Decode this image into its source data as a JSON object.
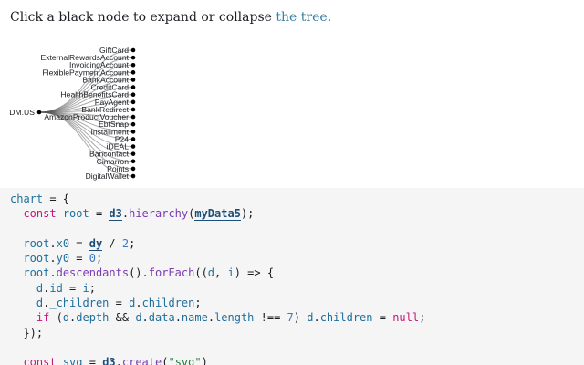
{
  "header": {
    "prefix": "Click a black node to expand or collapse ",
    "link": "the tree",
    "suffix": "."
  },
  "tree": {
    "root": "DM.US",
    "children": [
      "GiftCard",
      "ExternalRewardsAccount",
      "InvoicingAccount",
      "FlexiblePaymentAccount",
      "BankAccount",
      "CreditCard",
      "HealthBenefitsCard",
      "PayAgent",
      "BankRedirect",
      "AmazonProductVoucher",
      "EbtSnap",
      "Installment",
      "P24",
      "iDEAL",
      "Bancontact",
      "Cimarron",
      "Points",
      "DigitalWallet"
    ],
    "node_color": "#000000",
    "link_color": "#555555"
  },
  "code": {
    "lines": [
      [
        [
          "def",
          "chart"
        ],
        [
          "plain",
          " = {"
        ]
      ],
      [
        [
          "plain",
          "  "
        ],
        [
          "kw",
          "const"
        ],
        [
          "plain",
          " "
        ],
        [
          "def",
          "root"
        ],
        [
          "plain",
          " = "
        ],
        [
          "imp",
          "d3"
        ],
        [
          "plain",
          "."
        ],
        [
          "fn",
          "hierarchy"
        ],
        [
          "plain",
          "("
        ],
        [
          "imp",
          "myData5"
        ],
        [
          "plain",
          ");"
        ]
      ],
      [],
      [
        [
          "plain",
          "  "
        ],
        [
          "def",
          "root"
        ],
        [
          "plain",
          "."
        ],
        [
          "def",
          "x0"
        ],
        [
          "plain",
          " = "
        ],
        [
          "imp",
          "dy"
        ],
        [
          "plain",
          " / "
        ],
        [
          "num",
          "2"
        ],
        [
          "plain",
          ";"
        ]
      ],
      [
        [
          "plain",
          "  "
        ],
        [
          "def",
          "root"
        ],
        [
          "plain",
          "."
        ],
        [
          "def",
          "y0"
        ],
        [
          "plain",
          " = "
        ],
        [
          "num",
          "0"
        ],
        [
          "plain",
          ";"
        ]
      ],
      [
        [
          "plain",
          "  "
        ],
        [
          "def",
          "root"
        ],
        [
          "plain",
          "."
        ],
        [
          "fn",
          "descendants"
        ],
        [
          "plain",
          "()."
        ],
        [
          "fn",
          "forEach"
        ],
        [
          "plain",
          "(("
        ],
        [
          "def",
          "d"
        ],
        [
          "plain",
          ", "
        ],
        [
          "def",
          "i"
        ],
        [
          "plain",
          ") => {"
        ]
      ],
      [
        [
          "plain",
          "    "
        ],
        [
          "def",
          "d"
        ],
        [
          "plain",
          "."
        ],
        [
          "def",
          "id"
        ],
        [
          "plain",
          " = "
        ],
        [
          "def",
          "i"
        ],
        [
          "plain",
          ";"
        ]
      ],
      [
        [
          "plain",
          "    "
        ],
        [
          "def",
          "d"
        ],
        [
          "plain",
          "."
        ],
        [
          "def",
          "_children"
        ],
        [
          "plain",
          " = "
        ],
        [
          "def",
          "d"
        ],
        [
          "plain",
          "."
        ],
        [
          "def",
          "children"
        ],
        [
          "plain",
          ";"
        ]
      ],
      [
        [
          "plain",
          "    "
        ],
        [
          "kw",
          "if"
        ],
        [
          "plain",
          " ("
        ],
        [
          "def",
          "d"
        ],
        [
          "plain",
          "."
        ],
        [
          "def",
          "depth"
        ],
        [
          "plain",
          " && "
        ],
        [
          "def",
          "d"
        ],
        [
          "plain",
          "."
        ],
        [
          "def",
          "data"
        ],
        [
          "plain",
          "."
        ],
        [
          "def",
          "name"
        ],
        [
          "plain",
          "."
        ],
        [
          "def",
          "length"
        ],
        [
          "plain",
          " !== "
        ],
        [
          "num",
          "7"
        ],
        [
          "plain",
          ") "
        ],
        [
          "def",
          "d"
        ],
        [
          "plain",
          "."
        ],
        [
          "def",
          "children"
        ],
        [
          "plain",
          " = "
        ],
        [
          "kw",
          "null"
        ],
        [
          "plain",
          ";"
        ]
      ],
      [
        [
          "plain",
          "  });"
        ]
      ],
      [],
      [
        [
          "plain",
          "  "
        ],
        [
          "kw",
          "const"
        ],
        [
          "plain",
          " "
        ],
        [
          "def",
          "svg"
        ],
        [
          "plain",
          " = "
        ],
        [
          "imp",
          "d3"
        ],
        [
          "plain",
          "."
        ],
        [
          "fn",
          "create"
        ],
        [
          "plain",
          "("
        ],
        [
          "str",
          "\"svg\""
        ],
        [
          "plain",
          ")"
        ]
      ]
    ]
  }
}
